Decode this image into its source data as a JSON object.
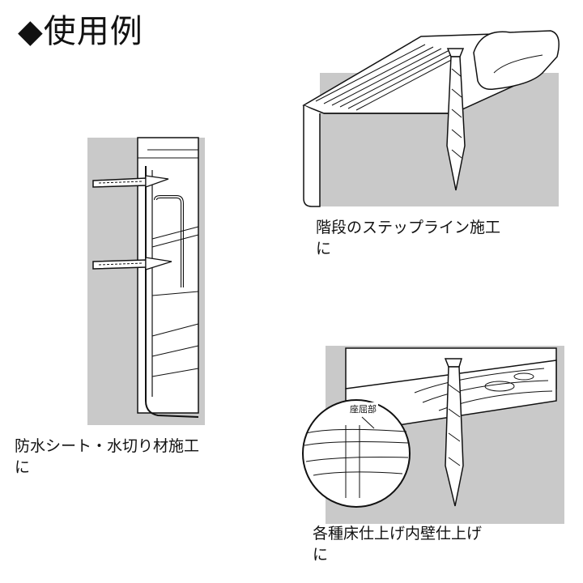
{
  "title": {
    "marker": "◆",
    "text": "使用例"
  },
  "figures": [
    {
      "caption_line1": "防水シート・水切り材施工",
      "caption_line2": "に"
    },
    {
      "caption_line1": "階段のステップライン施工",
      "caption_line2": "に"
    },
    {
      "caption_line1": "各種床仕上げ内壁仕上げ",
      "caption_line2": "に",
      "callout_label": "座屈部"
    }
  ],
  "colors": {
    "background_panel": "#c9c9c9",
    "line": "#111111"
  }
}
